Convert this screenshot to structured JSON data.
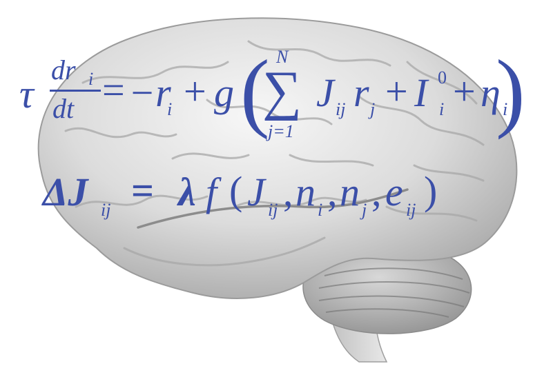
{
  "equations": {
    "eq1": {
      "tau": "τ",
      "num_d": "dr",
      "num_sub": "i",
      "den": "dt",
      "equals": "=",
      "minus_r": "−r",
      "r_sub": "i",
      "plus1": "+",
      "g": "g",
      "lparen": "(",
      "sum_top": "N",
      "sigma": "∑",
      "sum_bottom": "j=1",
      "J": "J",
      "J_sub": "ij",
      "r2": "r",
      "r2_sub": "j",
      "plus2": "+",
      "I": "I",
      "I_sup": "0",
      "I_sub": "i",
      "plus3": "+",
      "eta": "η",
      "eta_sub": "i",
      "rparen": ")"
    },
    "eq2": {
      "delta": "ΔJ",
      "delta_sub": "ij",
      "equals": "=",
      "lambda": "λ",
      "f": "f",
      "args_open": "(",
      "a1": "J",
      "a1_sub": "ij",
      "c1": ",",
      "a2": "n",
      "a2_sub": "i",
      "c2": ",",
      "a3": "n",
      "a3_sub": "j",
      "c3": ",",
      "a4": "e",
      "a4_sub": "ij",
      "args_close": ")"
    }
  },
  "colors": {
    "equation": "#3b4fa8",
    "brain_base": "#e6e6e6",
    "brain_shadow": "#b5b5b5"
  }
}
